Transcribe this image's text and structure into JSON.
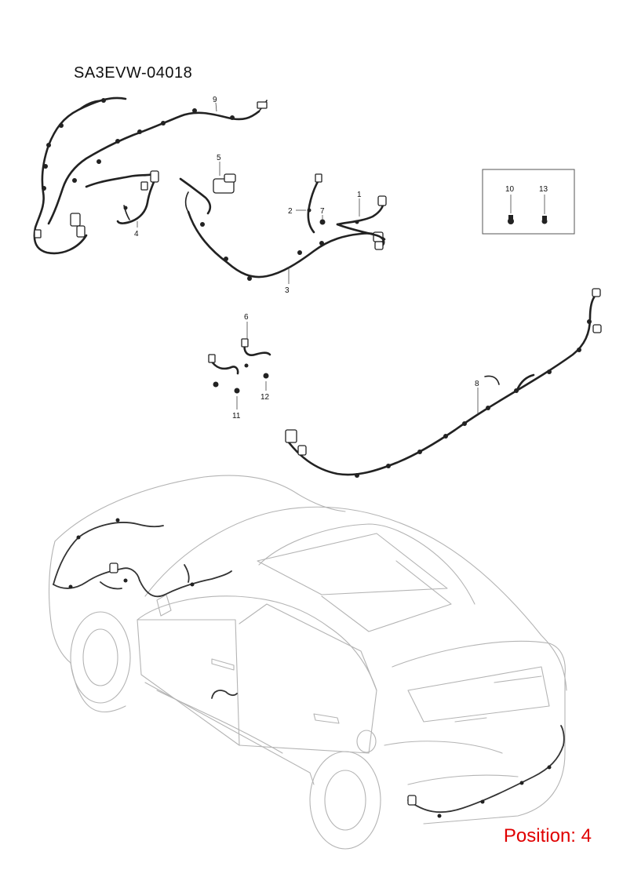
{
  "header": {
    "code": "SA3EVW-04018"
  },
  "footer": {
    "position_label": "Position: 4"
  },
  "callouts": {
    "c1": "1",
    "c2": "2",
    "c3": "3",
    "c4": "4",
    "c5": "5",
    "c6": "6",
    "c7": "7",
    "c8": "8",
    "c9": "9",
    "c10": "10",
    "c11": "11",
    "c12": "12",
    "c13": "13"
  },
  "colors": {
    "title": "#111111",
    "position": "#e00000",
    "wire": "#222222",
    "car_outline": "#b4b4b4"
  }
}
